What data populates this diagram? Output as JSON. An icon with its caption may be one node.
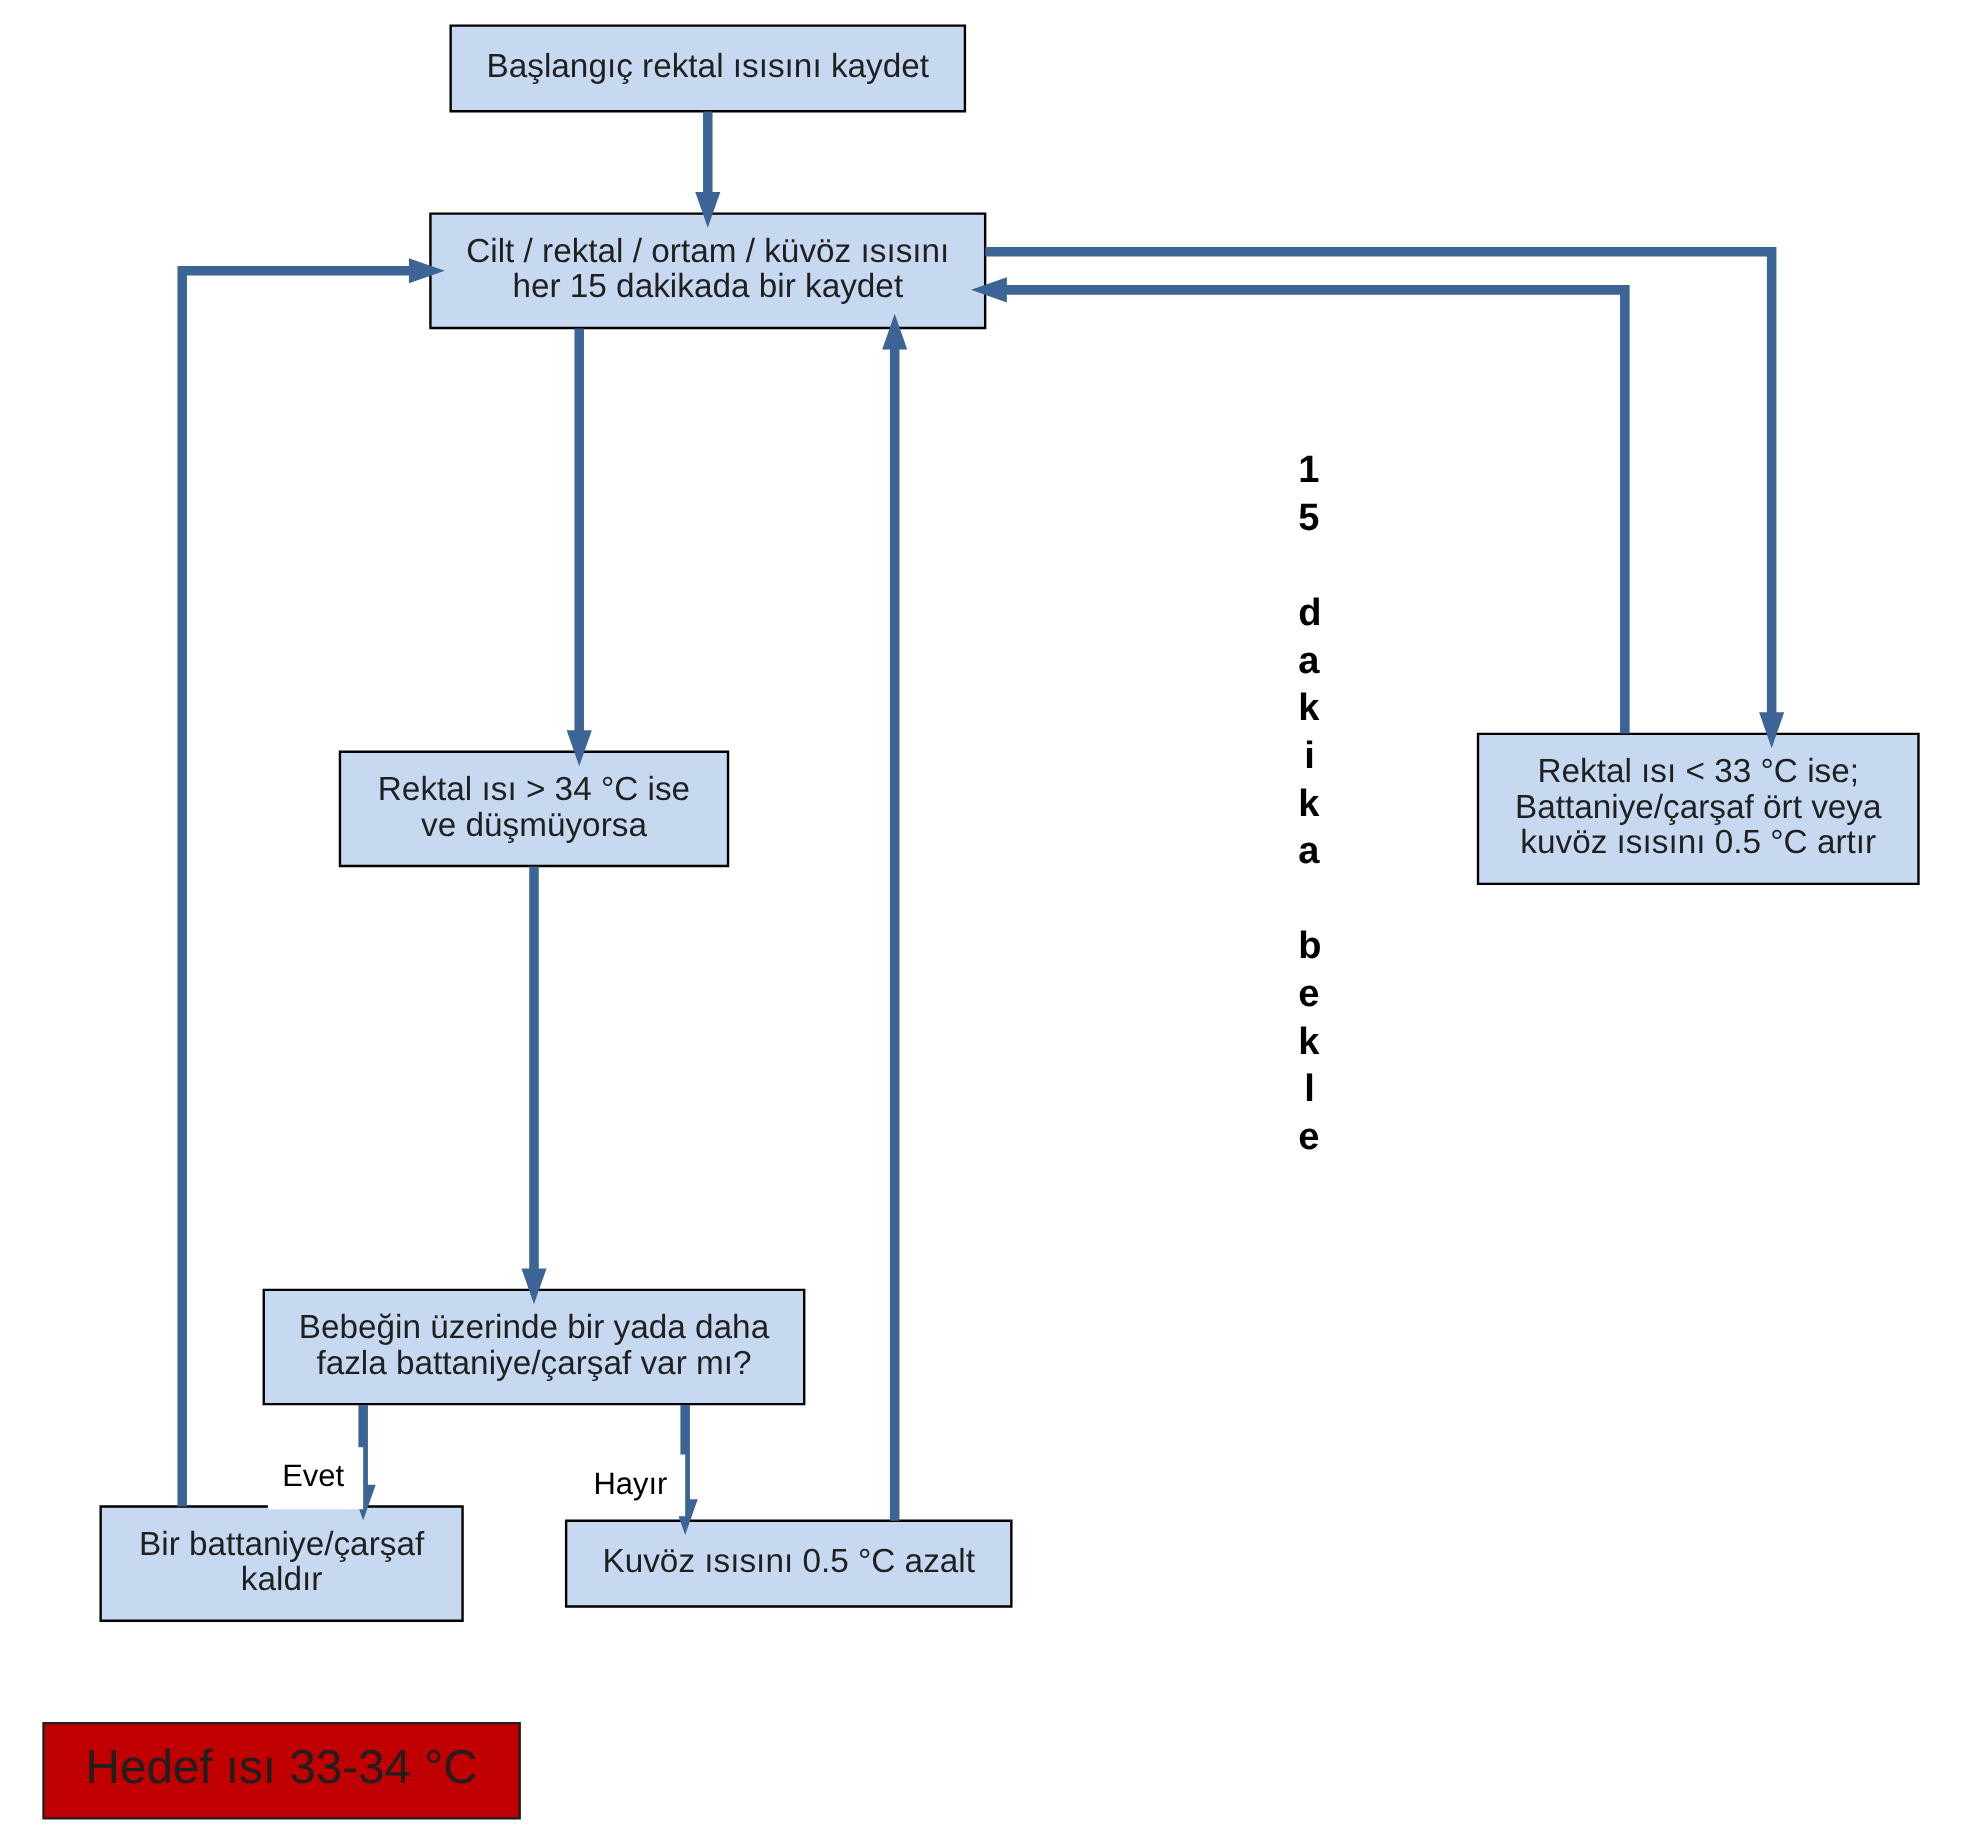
{
  "diagram": {
    "nodes": [
      {
        "text": [
          "Başlangıç rektal ısısını kaydet"
        ]
      },
      {
        "text": [
          "Cilt / rektal / ortam / küvöz ısısını her 15 dakikada bir kaydet"
        ]
      },
      {
        "text": [
          "Rektal ısı < 33 °C ise; Battaniye/çarşaf ört veya kuvöz ısısını 0.5 °C artır"
        ]
      },
      {
        "text": [
          "Rektal ısı > 34 °C ise ve düşmüyorsa"
        ]
      },
      {
        "text": [
          "Bebeğin üzerinde bir yada daha fazla battaniye/çarşaf var mı?"
        ]
      },
      {
        "text": [
          "Bir battaniye/çarşaf kaldır"
        ]
      },
      {
        "text": [
          "Kuvöz ısısını 0.5 °C azalt"
        ]
      },
      {
        "text": [
          "Hedef ısı 33-34 °C"
        ]
      }
    ],
    "edges": [
      {
        "from": 0,
        "to": 1,
        "arrow": "to"
      },
      {
        "from": 1,
        "to": 2,
        "arrow": "to"
      },
      {
        "from": 1,
        "to": 3,
        "arrow": "to"
      },
      {
        "from": 3,
        "to": 4,
        "arrow": "to"
      },
      {
        "from": 4,
        "to": 5,
        "arrow": "to",
        "label": "Evet"
      },
      {
        "from": 4,
        "to": 6,
        "arrow": "to",
        "label": "Hayır"
      },
      {
        "from": 2,
        "to": 1,
        "arrow": "to"
      },
      {
        "from": 5,
        "to": 1,
        "arrow": "to"
      },
      {
        "from": 6,
        "to": 1,
        "arrow": "to"
      }
    ],
    "labels": [
      "15 dakika bekle"
    ]
  }
}
